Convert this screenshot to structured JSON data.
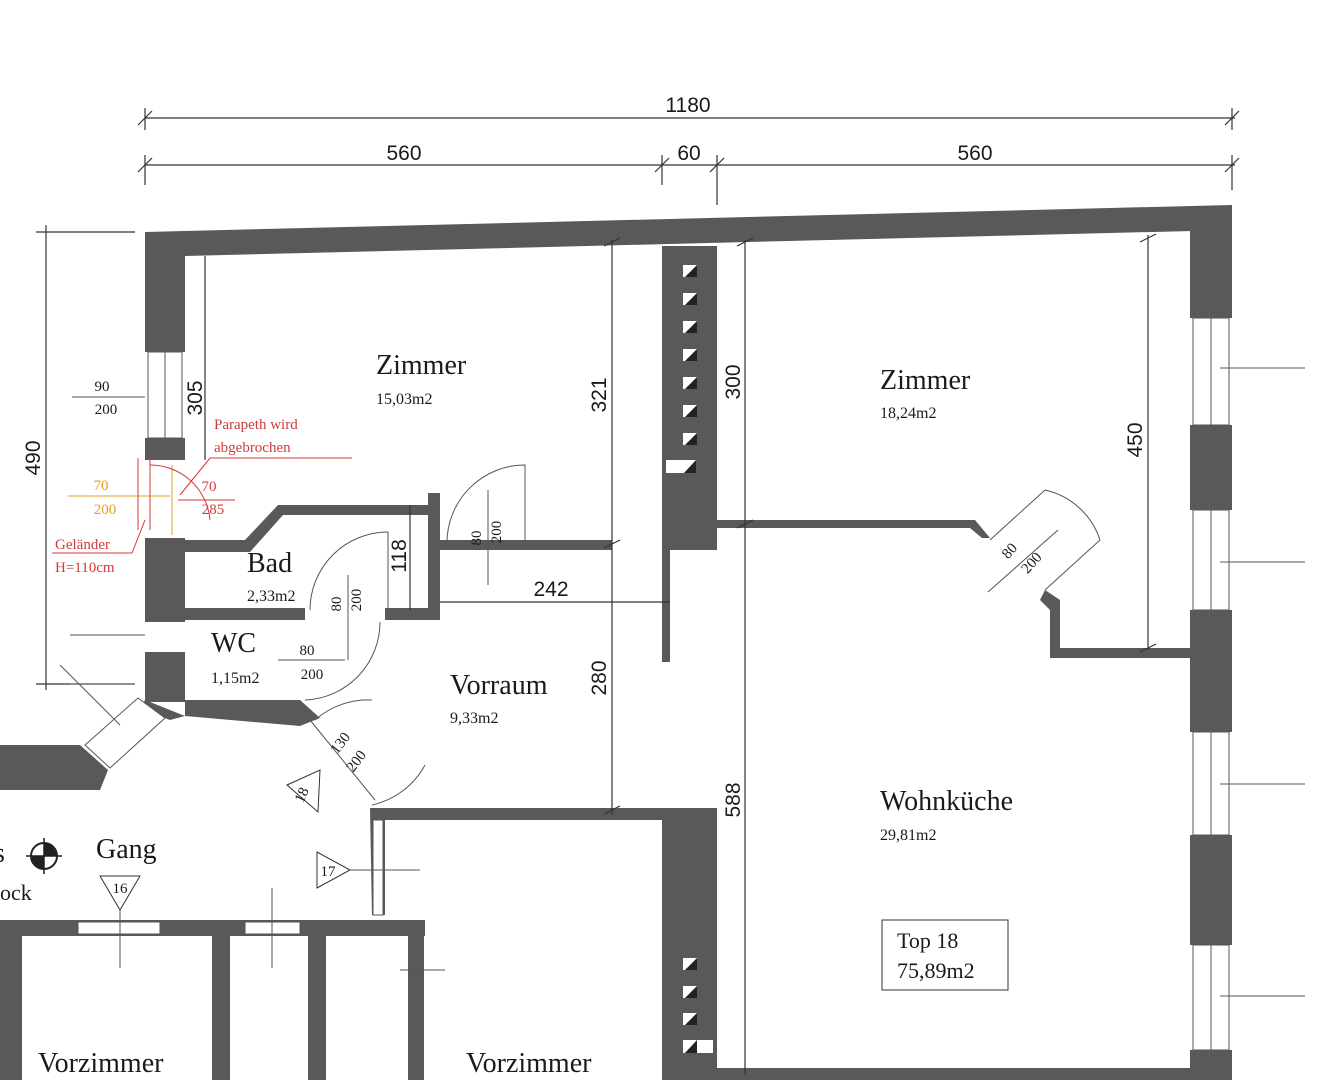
{
  "plan": {
    "dimensions": {
      "total_width": "1180",
      "left_width": "560",
      "middle_width": "60",
      "right_width": "560",
      "height_left": "490",
      "d305": "305",
      "d321": "321",
      "d300": "300",
      "d450": "450",
      "d118": "118",
      "d242": "242",
      "d280": "280",
      "d588": "588"
    },
    "rooms": {
      "zimmer1": {
        "name": "Zimmer",
        "area": "15,03m2"
      },
      "zimmer2": {
        "name": "Zimmer",
        "area": "18,24m2"
      },
      "bad": {
        "name": "Bad",
        "area": "2,33m2"
      },
      "wc": {
        "name": "WC",
        "area": "1,15m2"
      },
      "vorraum": {
        "name": "Vorraum",
        "area": "9,33m2"
      },
      "wohnkueche": {
        "name": "Wohnküche",
        "area": "29,81m2"
      },
      "gang": {
        "name": "Gang"
      },
      "vorzimmer1": {
        "name": "Vorzimmer"
      },
      "vorzimmer2": {
        "name": "Vorzimmer"
      }
    },
    "openings": {
      "window_left_top": "90",
      "window_left_bottom": "200",
      "door_zimmer1_w": "80",
      "door_zimmer1_h": "200",
      "door_bad_w": "80",
      "door_bad_h": "200",
      "door_wc_w": "80",
      "door_wc_h": "200",
      "door_entry_w": "130",
      "door_entry_h": "200",
      "door_wk_w": "80",
      "door_wk_h": "200",
      "orange_top": "70",
      "orange_bottom": "200",
      "red_top": "70",
      "red_bottom": "285"
    },
    "annotations": {
      "parapet_line1": "Parapeth wird",
      "parapet_line2": "abgebrochen",
      "railing_line1": "Geländer",
      "railing_line2": "H=110cm",
      "left_partial_1": "s",
      "left_partial_2": "ock",
      "marker_16": "16",
      "marker_17": "17",
      "marker_18": "18"
    },
    "unit_box": {
      "line1": "Top 18",
      "line2": "75,89m2"
    },
    "colors": {
      "wall": "#595959",
      "annotation_red": "#d23a3a",
      "annotation_orange": "#e0a020"
    }
  }
}
